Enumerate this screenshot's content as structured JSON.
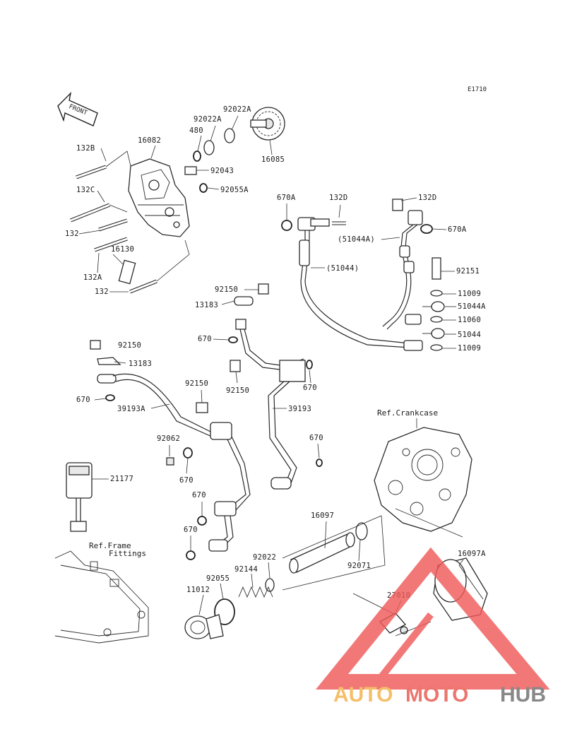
{
  "diagram": {
    "code": "E1710",
    "front_label": "FRONT",
    "references": {
      "crankcase": "Ref.Crankcase",
      "frame_line1": "Ref.Frame",
      "frame_line2": "Fittings"
    },
    "parts": {
      "p132b": "132B",
      "p16082": "16082",
      "p92022a_top": "92022A",
      "p92022a_mid": "92022A",
      "p480": "480",
      "p16085": "16085",
      "p92043": "92043",
      "p132c": "132C",
      "p92055a": "92055A",
      "p132_a": "132",
      "p16130": "16130",
      "p132a": "132A",
      "p132_b": "132",
      "p670a_left": "670A",
      "p132d_left": "132D",
      "p132d_right": "132D",
      "p670a_right": "670A",
      "p51044a_paren": "(51044A)",
      "p51044_paren": "(51044)",
      "p92151": "92151",
      "p11009_top": "11009",
      "p51044a": "51044A",
      "p11060": "11060",
      "p51044": "51044",
      "p11009_bottom": "11009",
      "p92150_mid": "92150",
      "p13183_mid": "13183",
      "p670_mid": "670",
      "p92150_left": "92150",
      "p13183_left": "13183",
      "p92150_center": "92150",
      "p670_right": "670",
      "p670_leftpipe": "670",
      "p39193a": "39193A",
      "p92150_lower": "92150",
      "p39193": "39193",
      "p92062": "92062",
      "p670_far": "670",
      "p670_a": "670",
      "p670_b": "670",
      "p670_c": "670",
      "p21177": "21177",
      "p16097": "16097",
      "p16097a": "16097A",
      "p92071": "92071",
      "p92022": "92022",
      "p92144": "92144",
      "p92055": "92055",
      "p11012": "11012",
      "p27010": "27010"
    }
  },
  "watermark": {
    "auto": "AUTO",
    "moto": "MOTO",
    "hub": "HUB",
    "colors": {
      "auto": "#f4b24a",
      "moto": "#e9584e",
      "hub": "#6e6e6e",
      "triangle": "#f05a5a"
    }
  }
}
